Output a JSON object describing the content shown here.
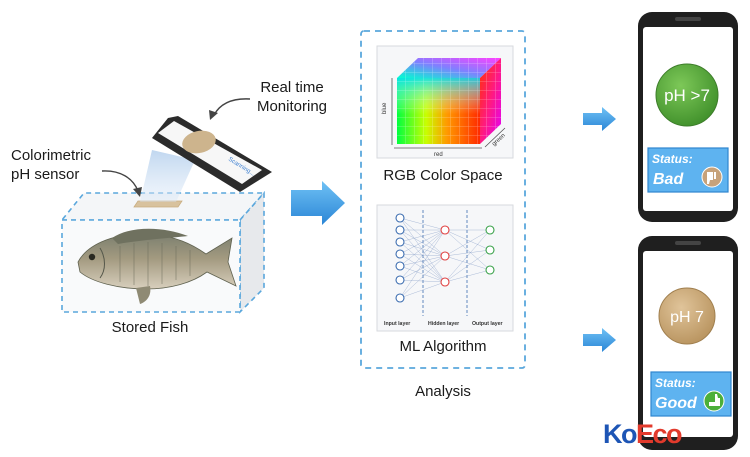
{
  "labels": {
    "real_time_monitoring": "Real time\nMonitoring",
    "colorimetric_sensor": "Colorimetric\npH sensor",
    "stored_fish": "Stored Fish",
    "rgb_color_space": "RGB Color Space",
    "ml_algorithm": "ML Algorithm",
    "analysis": "Analysis"
  },
  "rgb_axes": {
    "x": "red",
    "y": "blue",
    "z": "green"
  },
  "phone_screen_text": "Scanning...",
  "nn_layers": [
    "Input layer",
    "Hidden layer",
    "Output layer"
  ],
  "results": [
    {
      "ph": "pH >7",
      "status_label": "Status:",
      "status": "Bad",
      "badge_color": "#55a83a"
    },
    {
      "ph": "pH 7",
      "status_label": "Status:",
      "status": "Good",
      "badge_color": "#c5a57a"
    }
  ],
  "logo": {
    "part1": "Ko",
    "part2": "Eco"
  },
  "colors": {
    "dash_blue": "#5aa7dc",
    "arrow_blue": "#3b9be0",
    "status_box": "#5eb3f0",
    "sensor": "#d8c29e",
    "logo_blue": "#1d55b5",
    "logo_red": "#e23a2c"
  }
}
